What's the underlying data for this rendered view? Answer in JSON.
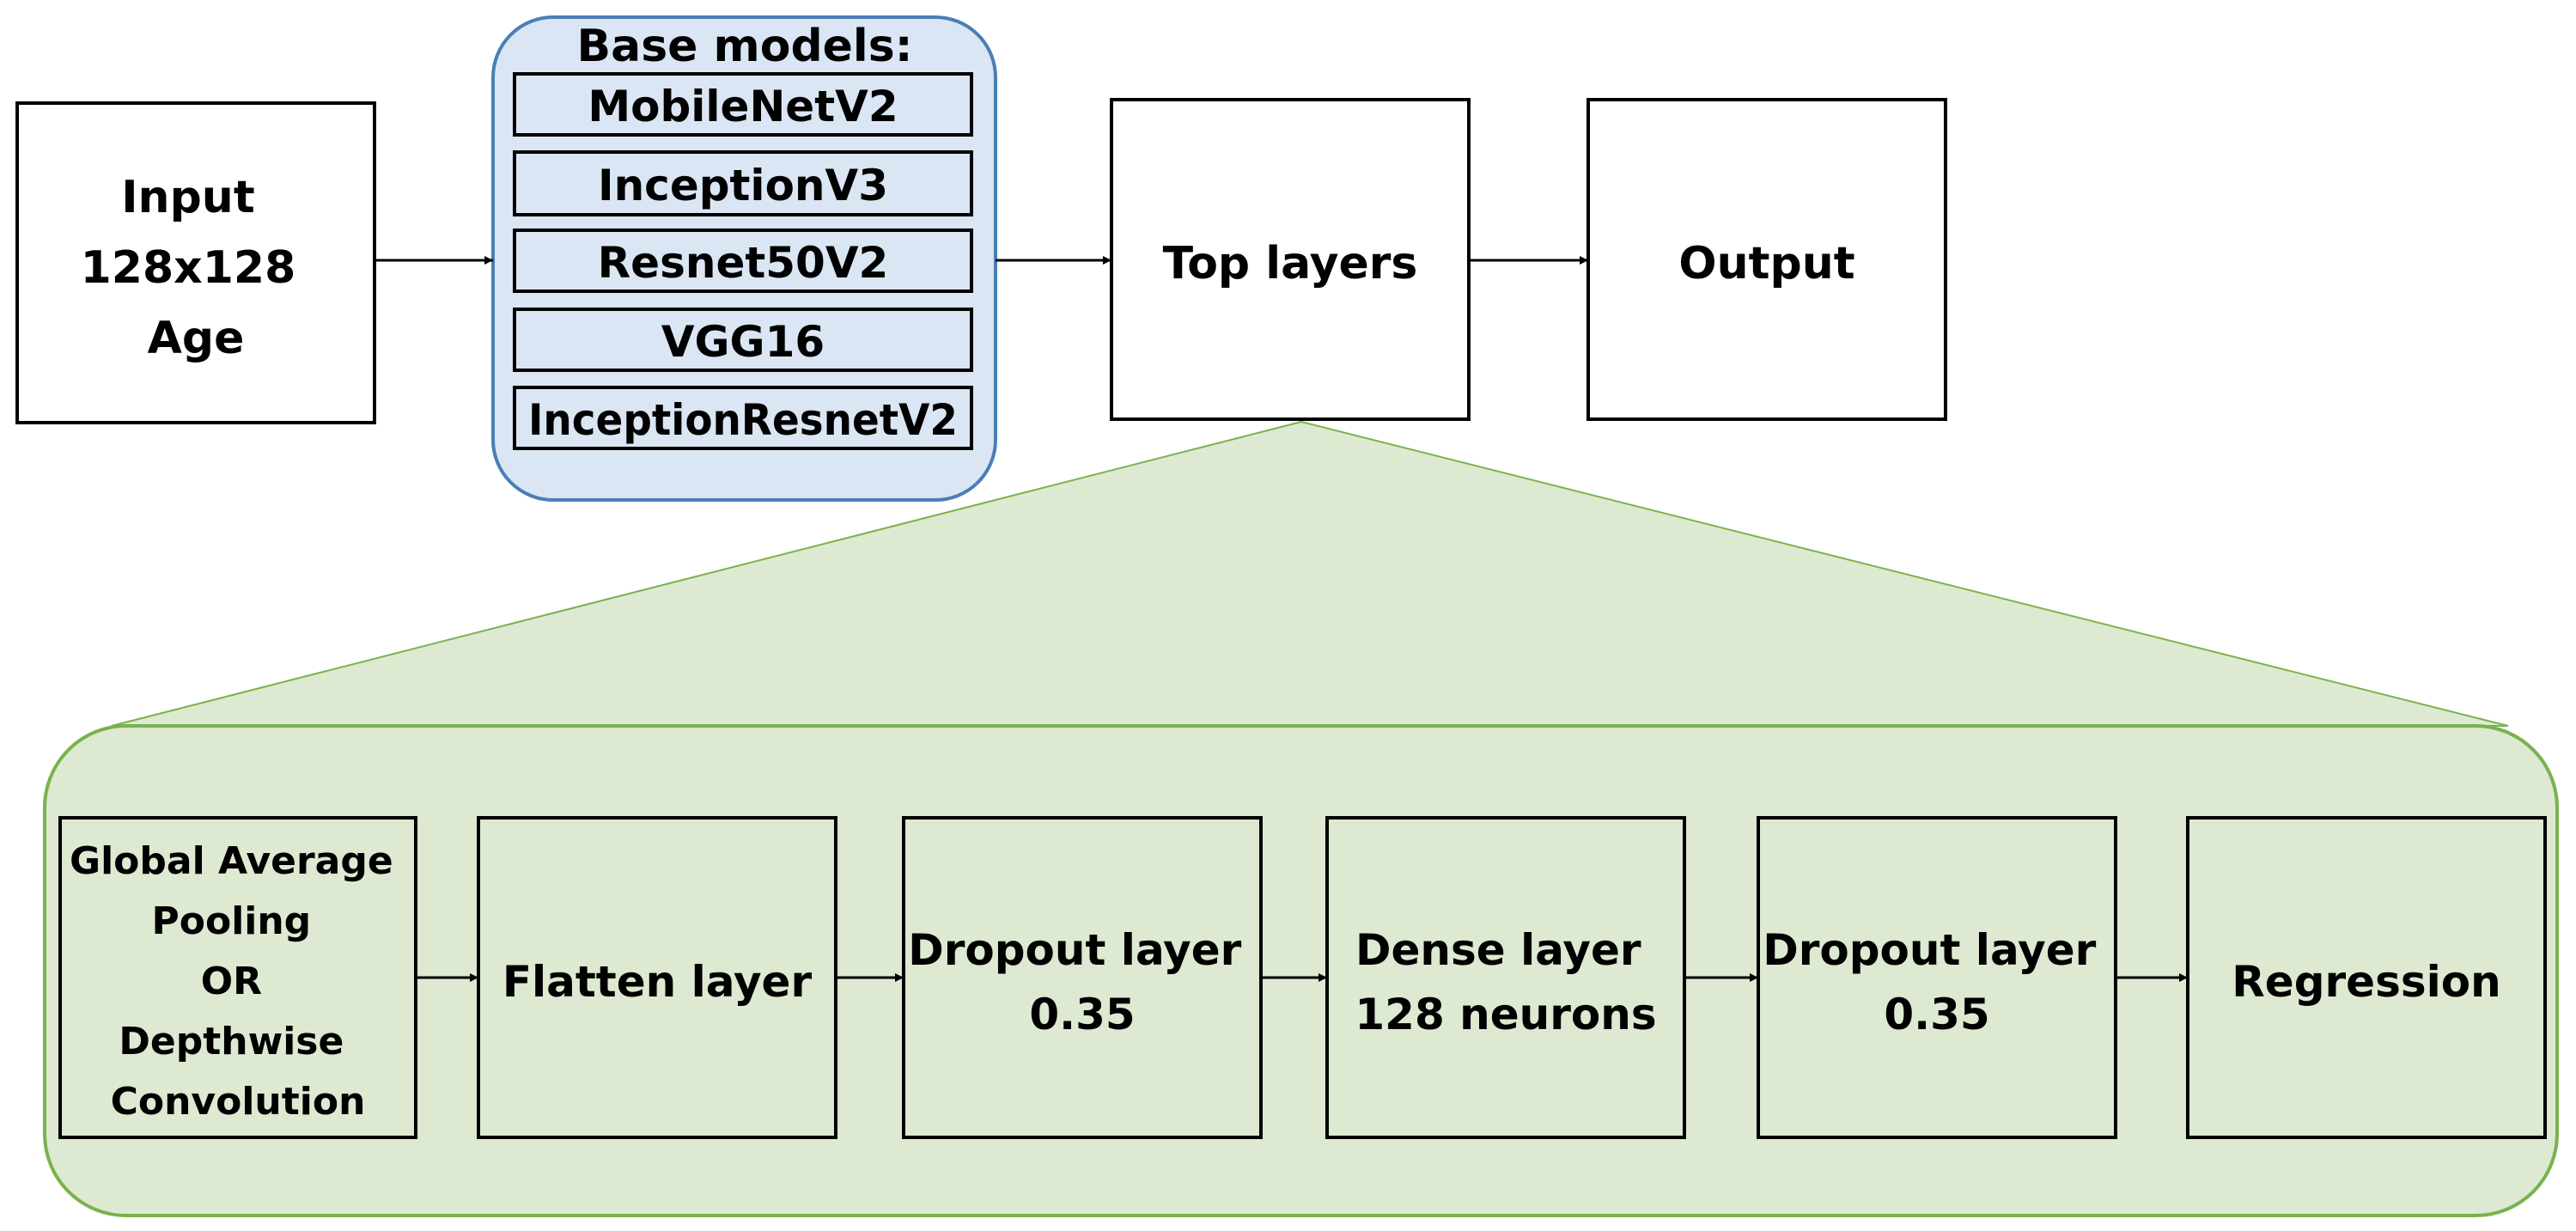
{
  "diagram": {
    "input": {
      "lines": [
        "Input",
        "128x128",
        "Age"
      ]
    },
    "base_models": {
      "title": "Base models:",
      "items": [
        "MobileNetV2",
        "InceptionV3",
        "Resnet50V2",
        "VGG16",
        "InceptionResnetV2"
      ]
    },
    "top_layers": "Top layers",
    "output": "Output",
    "top_layer_detail": [
      {
        "lines": [
          "Global Average",
          "Pooling",
          "OR",
          "Depthwise",
          "Convolution"
        ]
      },
      {
        "lines": [
          "Flatten layer"
        ]
      },
      {
        "lines": [
          "Dropout layer",
          "0.35"
        ]
      },
      {
        "lines": [
          "Dense layer",
          "128 neurons"
        ]
      },
      {
        "lines": [
          "Dropout layer",
          "0.35"
        ]
      },
      {
        "lines": [
          "Regression"
        ]
      }
    ],
    "colors": {
      "base_fill": "#dae6f3",
      "base_stroke": "#4a7eb5",
      "detail_fill": "#dde9d1",
      "detail_stroke": "#7ab24e",
      "box_stroke": "#000000"
    }
  }
}
